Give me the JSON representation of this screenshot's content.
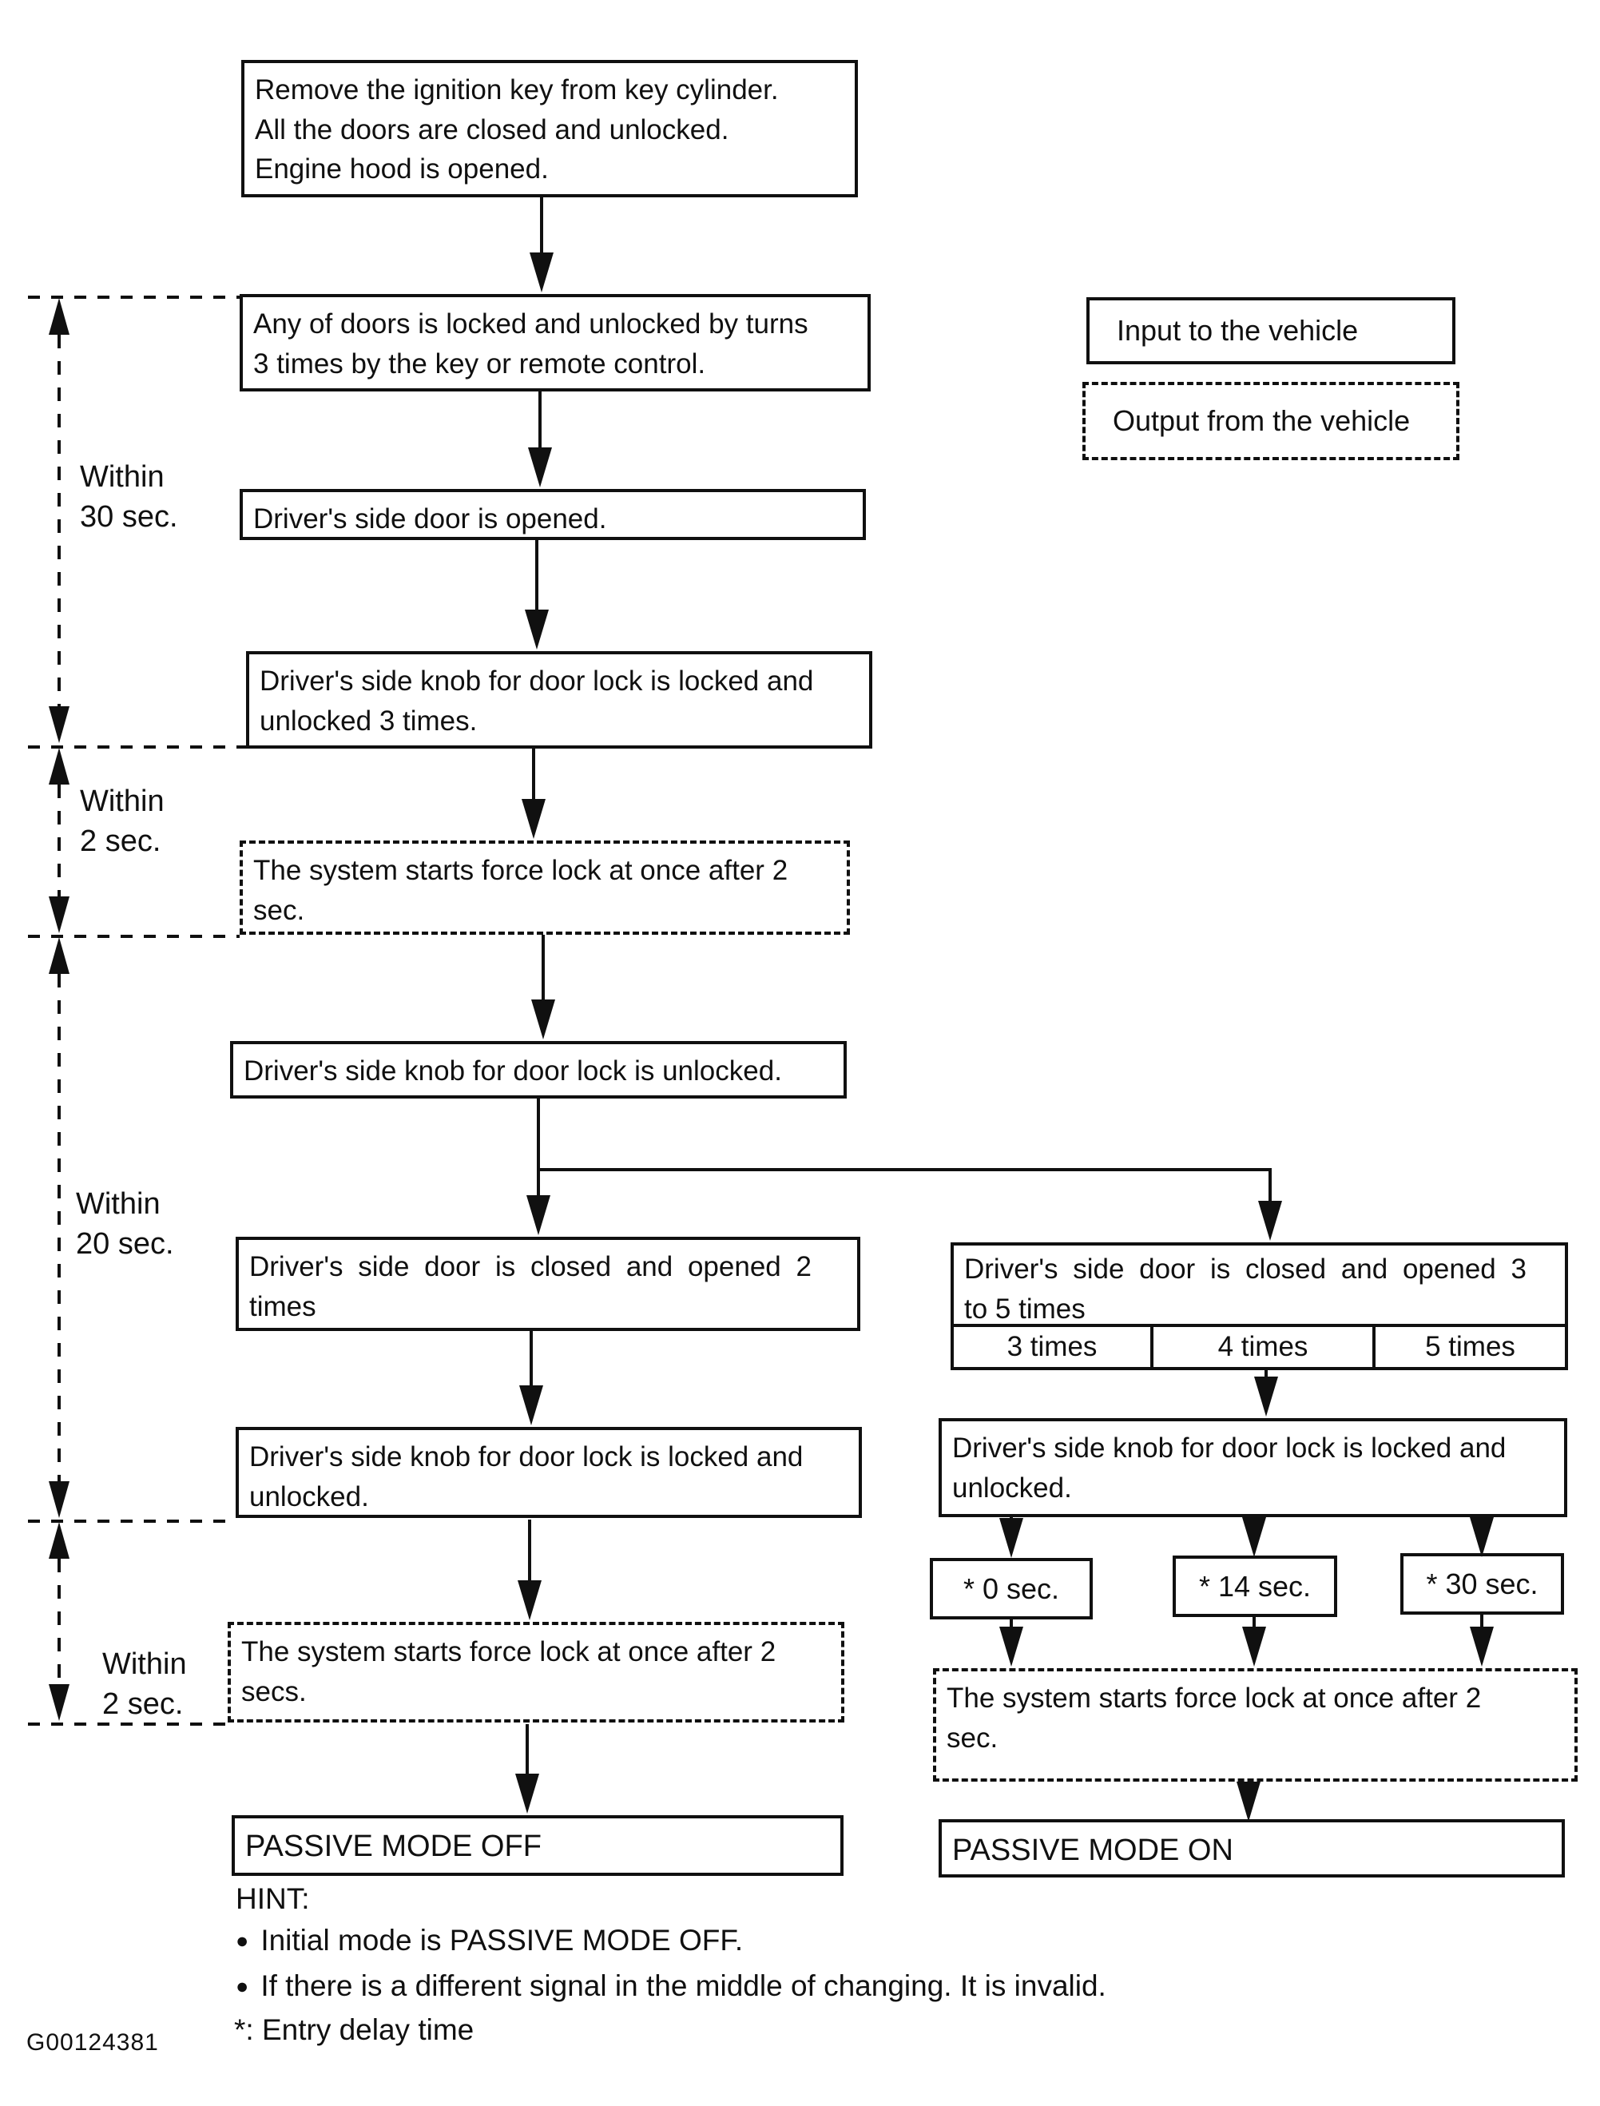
{
  "colors": {
    "ink": "#101010",
    "paper": "#ffffff"
  },
  "legend": {
    "input_label": "Input to the vehicle",
    "output_label": "Output from the vehicle"
  },
  "flow": {
    "start": "Remove the ignition key from key cylinder.\nAll the doors are closed and unlocked.\nEngine hood is opened.",
    "lock_unlock_3_times": "Any of doors is locked and unlocked by turns\n3 times by the key or remote control.",
    "door_opened": "Driver's side door is opened.",
    "knob_locked_unlocked_3_times": "Driver's side knob for door lock is locked and\nunlocked 3 times.",
    "force_lock_after_2_sec": "The system starts force lock at once after 2\nsec.",
    "knob_unlocked": "Driver's side knob for door lock is unlocked.",
    "left_branch": {
      "door_closed_opened_2_times": "Driver's side door is closed and opened 2\ntimes",
      "knob_locked_unlocked": "Driver's side knob for door lock is locked and\nunlocked.",
      "force_lock_after_2_secs": "The system starts force lock at once after 2\nsecs.",
      "result": "PASSIVE MODE OFF"
    },
    "right_branch": {
      "door_closed_opened_3_to_5_times": "Driver's side door is closed and opened 3\nto 5 times",
      "times_options": [
        "3 times",
        "4 times",
        "5 times"
      ],
      "knob_locked_unlocked": "Driver's side knob for door lock is locked and\nunlocked.",
      "entry_delays": [
        "* 0 sec.",
        "* 14 sec.",
        "* 30 sec."
      ],
      "force_lock_after_2_sec": "The system starts force lock at once after 2\nsec.",
      "result": "PASSIVE MODE ON"
    }
  },
  "timing_annotations": [
    "Within\n30 sec.",
    "Within\n2 sec.",
    "Within\n20 sec.",
    "Within\n2 sec."
  ],
  "hint": {
    "title": "HINT:",
    "bullet_icon": "●",
    "bullets": [
      "Initial mode is PASSIVE MODE OFF.",
      "If there is a different signal in the middle of changing. It is invalid."
    ],
    "footnote": "*: Entry delay time"
  },
  "figure_id": "G00124381"
}
